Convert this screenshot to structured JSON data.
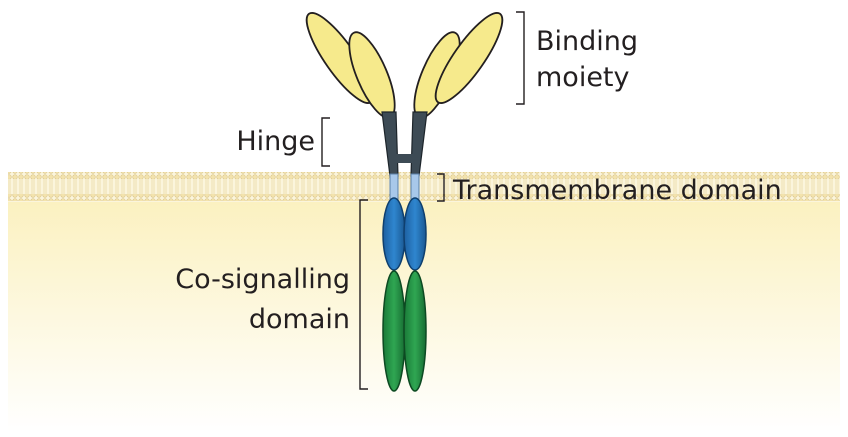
{
  "labels": {
    "binding_line1": "Binding",
    "binding_line2": "moiety",
    "hinge": "Hinge",
    "transmembrane": "Transmembrane domain",
    "cosignal_line1": "Co-signalling",
    "cosignal_line2": "domain"
  },
  "colors": {
    "binding_moiety": "#f6ea8c",
    "hinge": "#3d4b55",
    "transmembrane": "#a8c8ea",
    "costim_blue": "#1f6db3",
    "signal_green": "#238a43",
    "membrane_bead": "#f1dfa2",
    "cytoplasm_top": "#fbf3c8",
    "background": "#ffffff"
  }
}
